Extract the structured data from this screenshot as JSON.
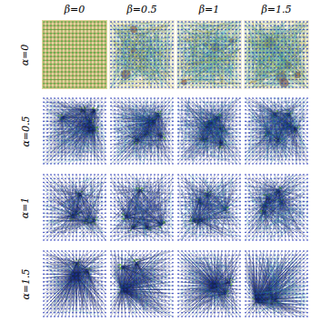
{
  "diagram": {
    "labels": [
      "β=0",
      "β=0.5",
      "β=1",
      "β=1.5",
      "α=0",
      "α=0.5",
      "α=1",
      "α=1.5"
    ]
  }
}
